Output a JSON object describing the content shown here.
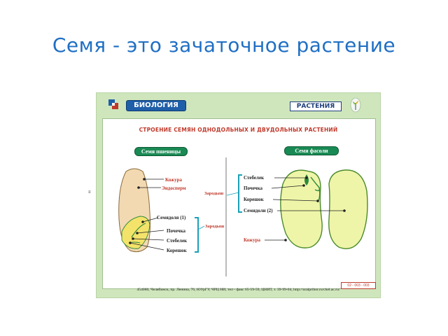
{
  "slide": {
    "title": "Семя - это зачаточное растение"
  },
  "poster": {
    "subject": "БИОЛОГИЯ",
    "section": "РАСТЕНИЯ",
    "heading": "СТРОЕНИЕ СЕМЯН ОДНОДОЛЬНЫХ И ДВУДОЛЬНЫХ РАСТЕНИЙ",
    "side_mark": "≡",
    "footer": "454080, Челябинск, пр. Ленина, 76, ЮУрГУ, ЧРЦ НИ, тел - факс 65-59-59, ЦНИТ, т. 39-99-04, http://uralpribor.ru/chel.ac.ru/",
    "code": "02 - 003 - 003",
    "colors": {
      "frame": "#cfe6bd",
      "pill": "#1a8a54",
      "heading": "#c0392b",
      "seed_wheat": "#f3d9b1",
      "seed_bean": "#eef5a8",
      "bracket": "#1aa0b8"
    }
  },
  "wheat": {
    "name": "Семя пшеницы",
    "labels": {
      "coat": "Кожура",
      "endosperm": "Эндосперм",
      "cotyledon": "Семядоля (1)",
      "bud": "Почечка",
      "stem": "Стебелек",
      "root": "Корешок"
    }
  },
  "bean": {
    "name": "Семя фасоли",
    "labels": {
      "stem": "Стебелек",
      "bud": "Почечка",
      "root": "Корешок",
      "cotyledons": "Семядоли (2)",
      "coat": "Кожура"
    }
  },
  "embryo_label_top": "Зародыш",
  "embryo_label_bottom": "Зародыш"
}
